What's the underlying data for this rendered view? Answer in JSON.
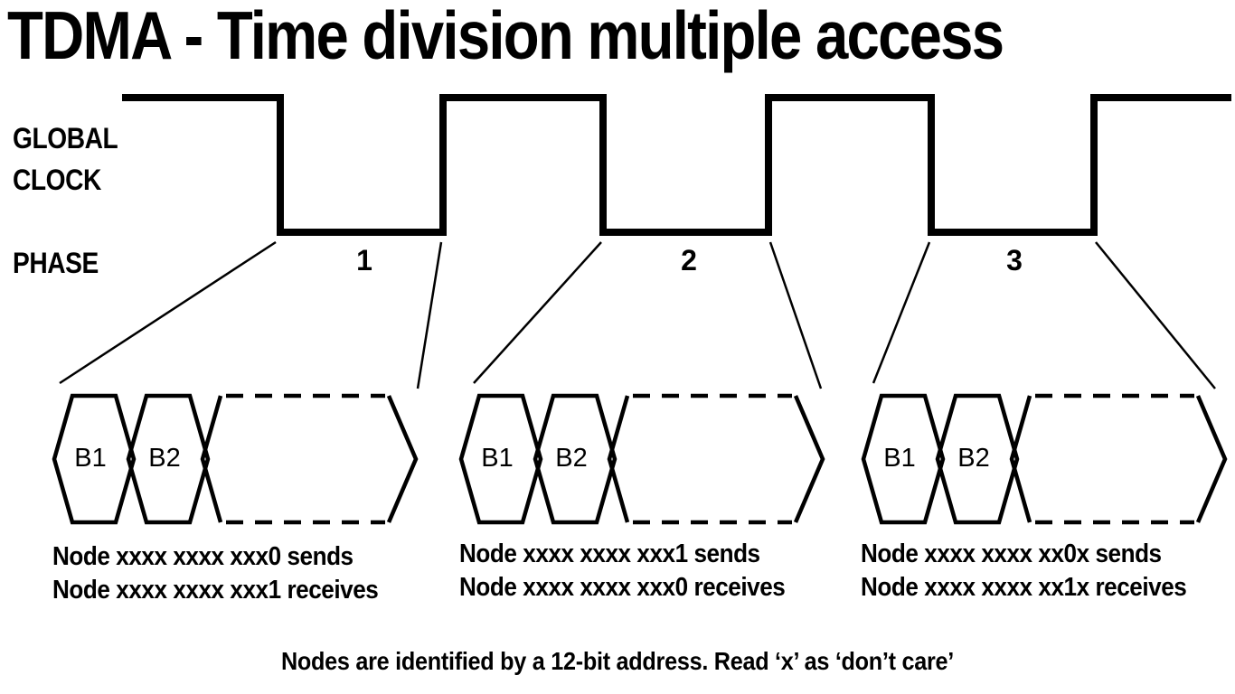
{
  "title": "TDMA - Time division multiple access",
  "colors": {
    "ink": "#000000",
    "background": "#ffffff"
  },
  "clock": {
    "label_line1": "GLOBAL",
    "label_line2": "CLOCK"
  },
  "phase_label": "PHASE",
  "phases": [
    {
      "number": "1",
      "slots": [
        "B1",
        "B2"
      ],
      "sends": "Node xxxx xxxx xxx0 sends",
      "receives": "Node xxxx xxxx xxx1 receives"
    },
    {
      "number": "2",
      "slots": [
        "B1",
        "B2"
      ],
      "sends": "Node xxxx xxxx xxx1 sends",
      "receives": "Node xxxx xxxx xxx0 receives"
    },
    {
      "number": "3",
      "slots": [
        "B1",
        "B2"
      ],
      "sends": "Node xxxx xxxx xx0x sends",
      "receives": "Node xxxx xxxx xx1x receives"
    }
  ],
  "footer": "Nodes are identified by a 12-bit address. Read ‘x’ as ‘don’t care’"
}
